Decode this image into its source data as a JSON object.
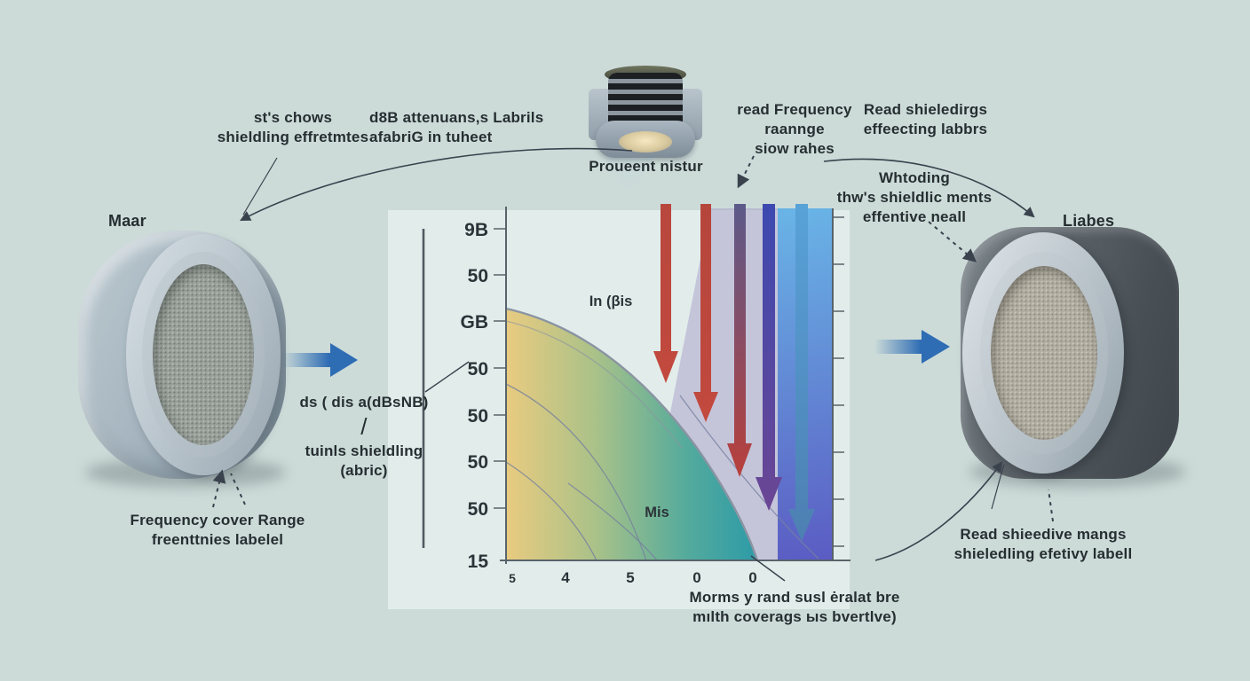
{
  "colors": {
    "background": "#ccdbd8",
    "panel": "#e2edeb",
    "connector": "#39424d",
    "flow_arrow": "#2e6cb4",
    "axis": "#59636b"
  },
  "labels": {
    "top_left_1": {
      "lines": [
        "st's chows",
        "shieldling effretmtes"
      ]
    },
    "top_left_2": {
      "lines": [
        "d8B attenuans,s Labrils",
        "afabriG in tuheet"
      ]
    },
    "emitter_caption": "Proueent nistur",
    "top_right_1": {
      "lines": [
        "read Frequency",
        "raannge",
        "siow rahes"
      ]
    },
    "top_right_2": {
      "lines": [
        "Read shieledirgs",
        "effeecting labbrs"
      ]
    },
    "mid_right": {
      "lines": [
        "Whtoding",
        "thw's shieldlic ments",
        "effentive neall"
      ]
    },
    "left_device": "Maar",
    "right_device": "Liabes",
    "left_mid": {
      "lines": [
        "ds ( dis a(dBsNB)",
        "/",
        "tuinls shieldling",
        "(abric)"
      ]
    },
    "bottom_left": {
      "lines": [
        "Frequency cover Range",
        "freenttnies labelel"
      ]
    },
    "bottom_right": {
      "lines": [
        "Read shieedive mangs",
        "shieledling efetivy labell"
      ]
    },
    "bottom_center": {
      "lines": [
        "Morms y rand susl ėralat bre",
        "mılth coverags ыs bvertlve)"
      ]
    }
  },
  "chart_data": {
    "type": "area",
    "title": "",
    "label_upper": "In (βis",
    "label_lower": "Mis",
    "y_tick_labels": [
      "9B",
      "50",
      "GB",
      "50",
      "50",
      "50",
      "50"
    ],
    "y_corner_label": "15",
    "x_tick_labels": [
      "5",
      "4",
      "5",
      "0",
      "0"
    ],
    "grid": "off",
    "area_gradient": [
      "#e9cb80",
      "#a8c189",
      "#55ab9c",
      "#2b9aa8",
      "#2f8fb2"
    ],
    "wedge_color": "rgba(158,143,196,0.42)",
    "band": {
      "top": "#5fb3e8",
      "bottom": "#4f50c0"
    },
    "curve_note": "shielding curve descends from upper-left to lower-right",
    "arrows": [
      {
        "color_top": "#b8473d",
        "color_bottom": "#c2493e"
      },
      {
        "color_top": "#b5463c",
        "color_bottom": "#c2493e"
      },
      {
        "color_top": "#5c5a8a",
        "color_bottom": "#b83f3b"
      },
      {
        "color_top": "#3d49b0",
        "color_bottom": "#6b4694"
      },
      {
        "color_top": "#58a2d8",
        "color_bottom": "#4d7fb2"
      }
    ]
  }
}
